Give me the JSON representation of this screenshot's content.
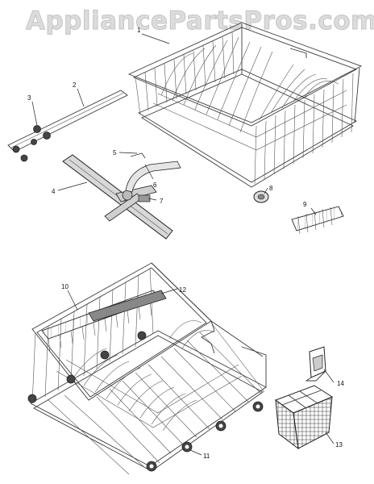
{
  "watermark": "AppliancePartsPros.com",
  "callouts": {
    "c1": "1",
    "c2": "2",
    "c3": "3",
    "c4": "4",
    "c5": "5",
    "c6": "6",
    "c7": "7",
    "c8": "8",
    "c9": "9",
    "c10": "10",
    "c11": "11",
    "c12": "12",
    "c13": "13",
    "c14": "14"
  },
  "colors": {
    "background": "#ffffff",
    "linework": "#222222",
    "watermark": "#dcdcdc"
  }
}
